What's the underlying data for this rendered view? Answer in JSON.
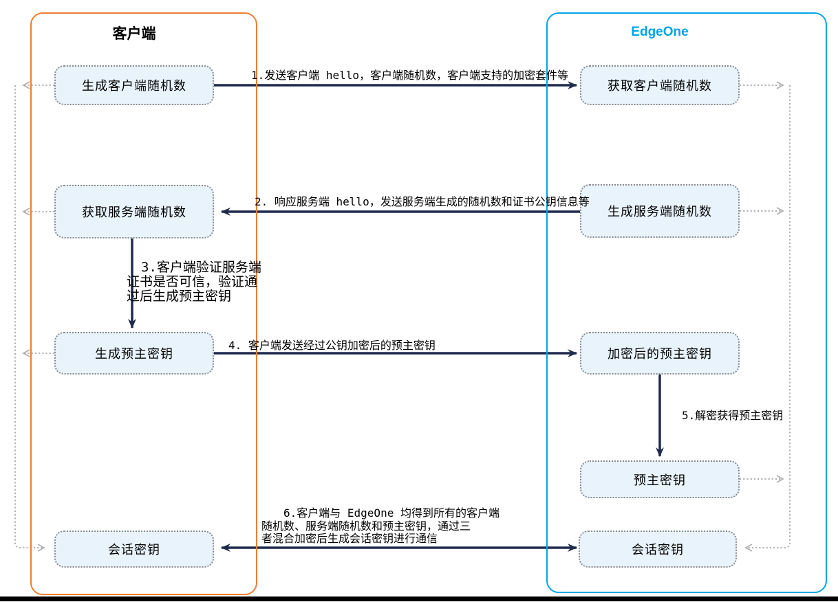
{
  "left_panel": {
    "title": "客户端",
    "boxes": {
      "generate_client_random": "生成客户端随机数",
      "get_server_random": "获取服务端随机数",
      "generate_premaster": "生成预主密钥",
      "session_key": "会话密钥"
    }
  },
  "right_panel": {
    "title": "EdgeOne",
    "boxes": {
      "get_client_random": "获取客户端随机数",
      "generate_server_random": "生成服务端随机数",
      "encrypted_premaster": "加密后的预主密钥",
      "premaster": "预主密钥",
      "session_key": "会话密钥"
    }
  },
  "steps": {
    "step1": "1.发送客户端 hello，客户端随机数，客户端支持的加密套件等",
    "step2": "2. 响应服务端 hello，发送服务端生成的随机数和证书公钥信息等",
    "step3_lines": [
      "3.客户端验证服务端",
      "证书是否可信，验证通",
      "过后生成预主密钥"
    ],
    "step4": "4. 客户端发送经过公钥加密后的预主密钥",
    "step5": "5.解密获得预主密钥",
    "step6_lines": [
      "6.客户端与 EdgeOne 均得到所有的客户端",
      "随机数、服务端随机数和预主密钥，通过三",
      "者混合加密后生成会话密钥进行通信"
    ]
  },
  "colors": {
    "client_border": "#ED7D31",
    "edgeone_border": "#00A5E6",
    "box_fill": "#E8F3FB",
    "box_border": "#8A8A8A",
    "arrow_color": "#1E2B4D",
    "dotted_color": "#B0B0B0"
  }
}
